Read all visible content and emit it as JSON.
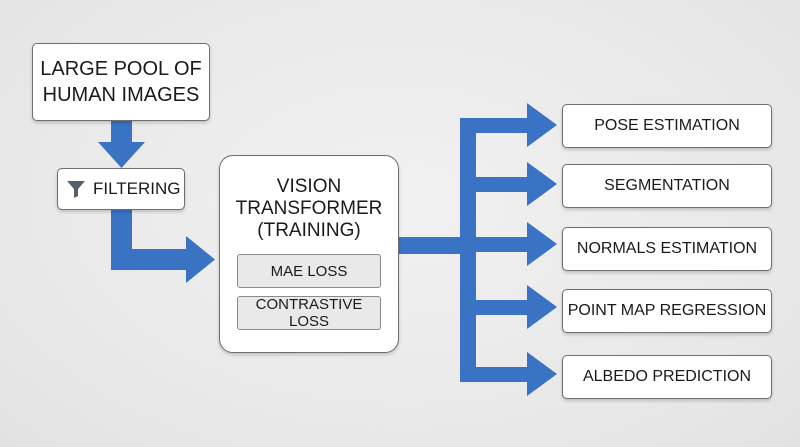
{
  "input": {
    "label": "LARGE POOL OF HUMAN IMAGES"
  },
  "filter": {
    "label": "FILTERING",
    "icon": "funnel-icon"
  },
  "model": {
    "title": "VISION TRANSFORMER (TRAINING)",
    "losses": [
      "MAE LOSS",
      "CONTRASTIVE LOSS"
    ]
  },
  "tasks": [
    "POSE ESTIMATION",
    "SEGMENTATION",
    "NORMALS ESTIMATION",
    "POINT MAP REGRESSION",
    "ALBEDO PREDICTION"
  ],
  "colors": {
    "arrow": "#3a72c4",
    "box_border": "#6e6e6e",
    "loss_fill": "#e9e9e9",
    "funnel": "#55606c"
  }
}
